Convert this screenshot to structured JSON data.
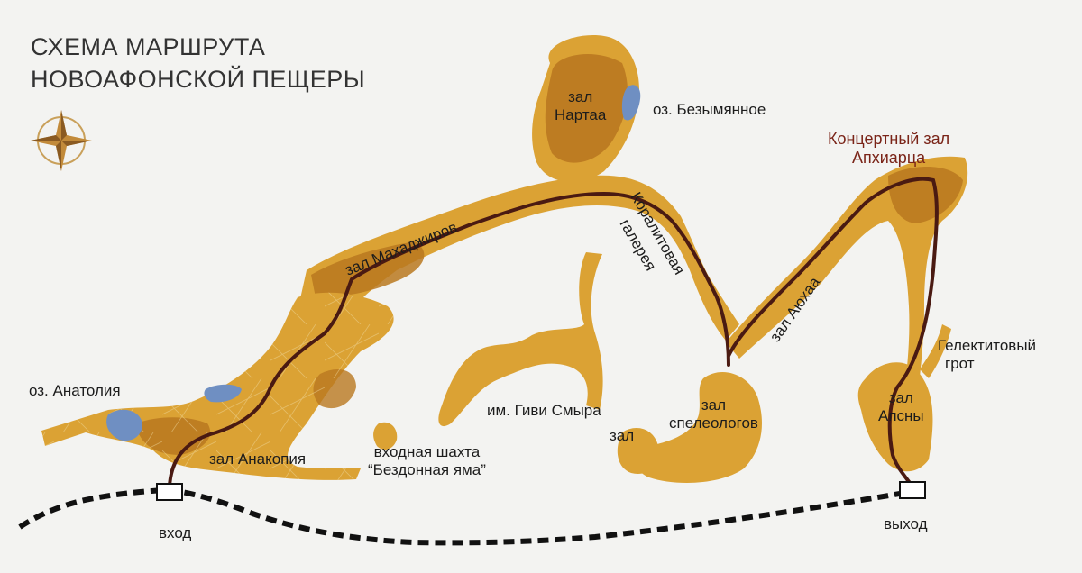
{
  "title": {
    "line1": "СХЕМА МАРШРУТА",
    "line2": "НОВОАФОНСКОЙ ПЕЩЕРЫ"
  },
  "colors": {
    "background": "#f3f3f1",
    "cave_fill": "#dba234",
    "cave_dark": "#b97820",
    "lake_blue": "#6f8fc2",
    "route_line": "#4a1a12",
    "surface_path": "#111111",
    "accent_text": "#7a2418"
  },
  "icons": {
    "compass": "compass-rose-icon"
  },
  "labels": {
    "nartaa_1": "зал",
    "nartaa_2": "Нартаа",
    "lake_nameless": "оз. Безымянное",
    "concert_hall_1": "Концертный зал",
    "concert_hall_2": "Апхиарца",
    "coral_gallery_1": "Коралитовая",
    "coral_gallery_2": "галерея",
    "makhadzhirov": "зал Махаджиров",
    "ayukhaa": "зал Аюхаа",
    "heliktite_1": "Гелектитовый",
    "heliktite_2": "грот",
    "lake_anatolia": "оз. Анатолия",
    "givi_smyr_1": "им. Гиви Смыра",
    "givi_smyr_2": "зал",
    "speleologists_1": "зал",
    "speleologists_2": "спелеологов",
    "apsny_1": "зал",
    "apsny_2": "Апсны",
    "anakopia": "зал Анакопия",
    "shaft_1": "входная шахта",
    "shaft_2": "“Бездонная яма”",
    "entrance": "вход",
    "exit": "выход"
  }
}
